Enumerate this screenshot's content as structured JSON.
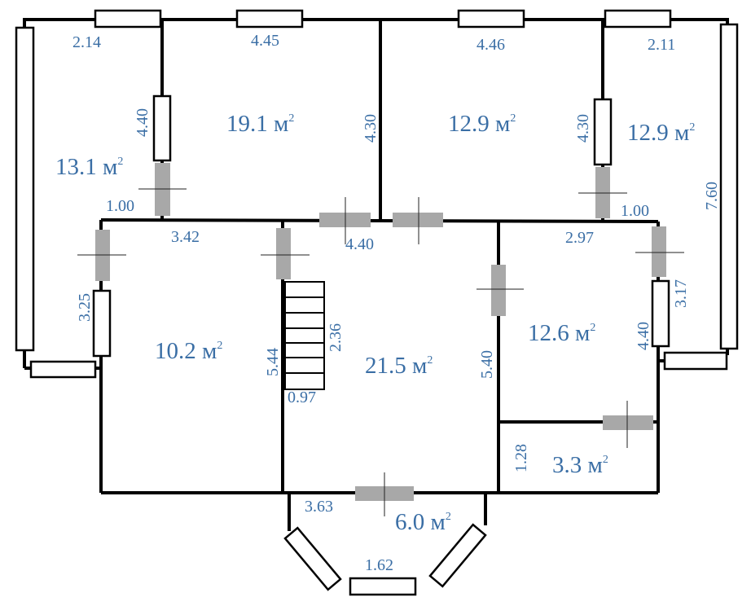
{
  "plan": {
    "rooms": [
      {
        "id": "r1",
        "area": "13.1 м",
        "sup": "2"
      },
      {
        "id": "r2",
        "area": "19.1 м",
        "sup": "2"
      },
      {
        "id": "r3",
        "area": "12.9 м",
        "sup": "2"
      },
      {
        "id": "r4",
        "area": "12.9 м",
        "sup": "2"
      },
      {
        "id": "r5",
        "area": "10.2 м",
        "sup": "2"
      },
      {
        "id": "r6",
        "area": "21.5 м",
        "sup": "2"
      },
      {
        "id": "r7",
        "area": "12.6 м",
        "sup": "2"
      },
      {
        "id": "r8",
        "area": "3.3 м",
        "sup": "2"
      },
      {
        "id": "r9",
        "area": "6.0 м",
        "sup": "2"
      }
    ],
    "dims": {
      "d1": "2.14",
      "d2": "4.45",
      "d3": "4.46",
      "d4": "2.11",
      "d5": "4.40",
      "d6": "4.30",
      "d7": "4.30",
      "d8": "7.60",
      "d9": "1.00",
      "d10": "1.00",
      "d11": "3.42",
      "d12": "4.40",
      "d13": "2.97",
      "d14": "3.25",
      "d15": "5.44",
      "d16": "2.36",
      "d17": "0.97",
      "d18": "5.40",
      "d19": "3.17",
      "d20": "4.40",
      "d21": "1.28",
      "d22": "3.63",
      "d23": "1.62"
    }
  }
}
